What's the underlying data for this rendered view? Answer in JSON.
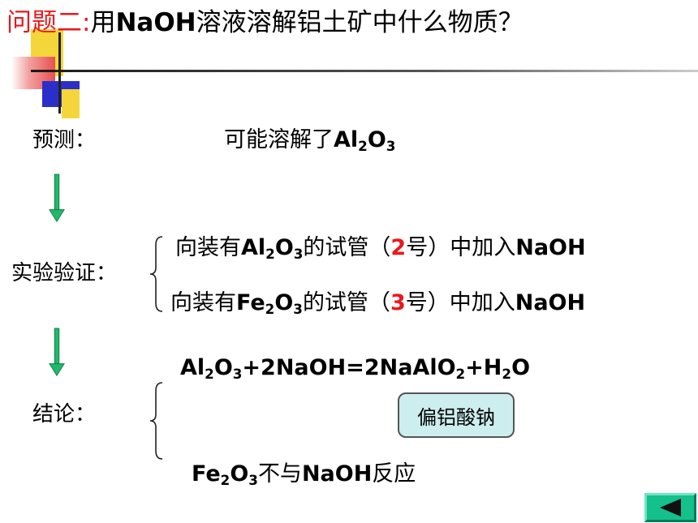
{
  "title": {
    "prefix": "问题二:",
    "text_a": "用",
    "naoh": "NaOH",
    "text_b": "溶液溶解铝土矿中什么物质？"
  },
  "prediction": {
    "label": "预测：",
    "text": "可能溶解了",
    "formula_al": "Al",
    "sub2": "2",
    "formula_o": "O",
    "sub3": "3"
  },
  "verification": {
    "label": "实验验证：",
    "line1": {
      "pre": "向装有",
      "al": "Al",
      "sub2": "2",
      "o": "O",
      "sub3": "3",
      "mid": "的试管（",
      "num": "2",
      "post_num": "号）中加入",
      "reagent": "NaOH"
    },
    "line2": {
      "pre": "向装有",
      "fe": "Fe",
      "sub2": "2",
      "o": "O",
      "sub3": "3",
      "mid": "的试管（",
      "num": "3",
      "post_num": "号）中加入",
      "reagent": "NaOH"
    }
  },
  "conclusion": {
    "label": "结论：",
    "equation": {
      "al": "Al",
      "s2a": "2",
      "o": "O",
      "s3": "3",
      "mid": "+2NaOH=2NaAlO",
      "s2b": "2",
      "plus_h": "+H",
      "s2c": "2",
      "o_end": "O"
    },
    "callout": "偏铝酸钠",
    "fe_line": {
      "fe": "Fe",
      "s2": "2",
      "o": "O",
      "s3": "3",
      "text1": "不与",
      "naoh": "NaOH",
      "text2": "反应"
    }
  },
  "colors": {
    "title_red": "#e8191e",
    "arrow_green": "#22b86a",
    "callout_bg": "#cdeeee",
    "nav_button": "#14c08c"
  },
  "icons": {
    "arrow1": "down-arrow-icon",
    "arrow2": "down-arrow-icon",
    "nav": "back-triangle-icon"
  }
}
